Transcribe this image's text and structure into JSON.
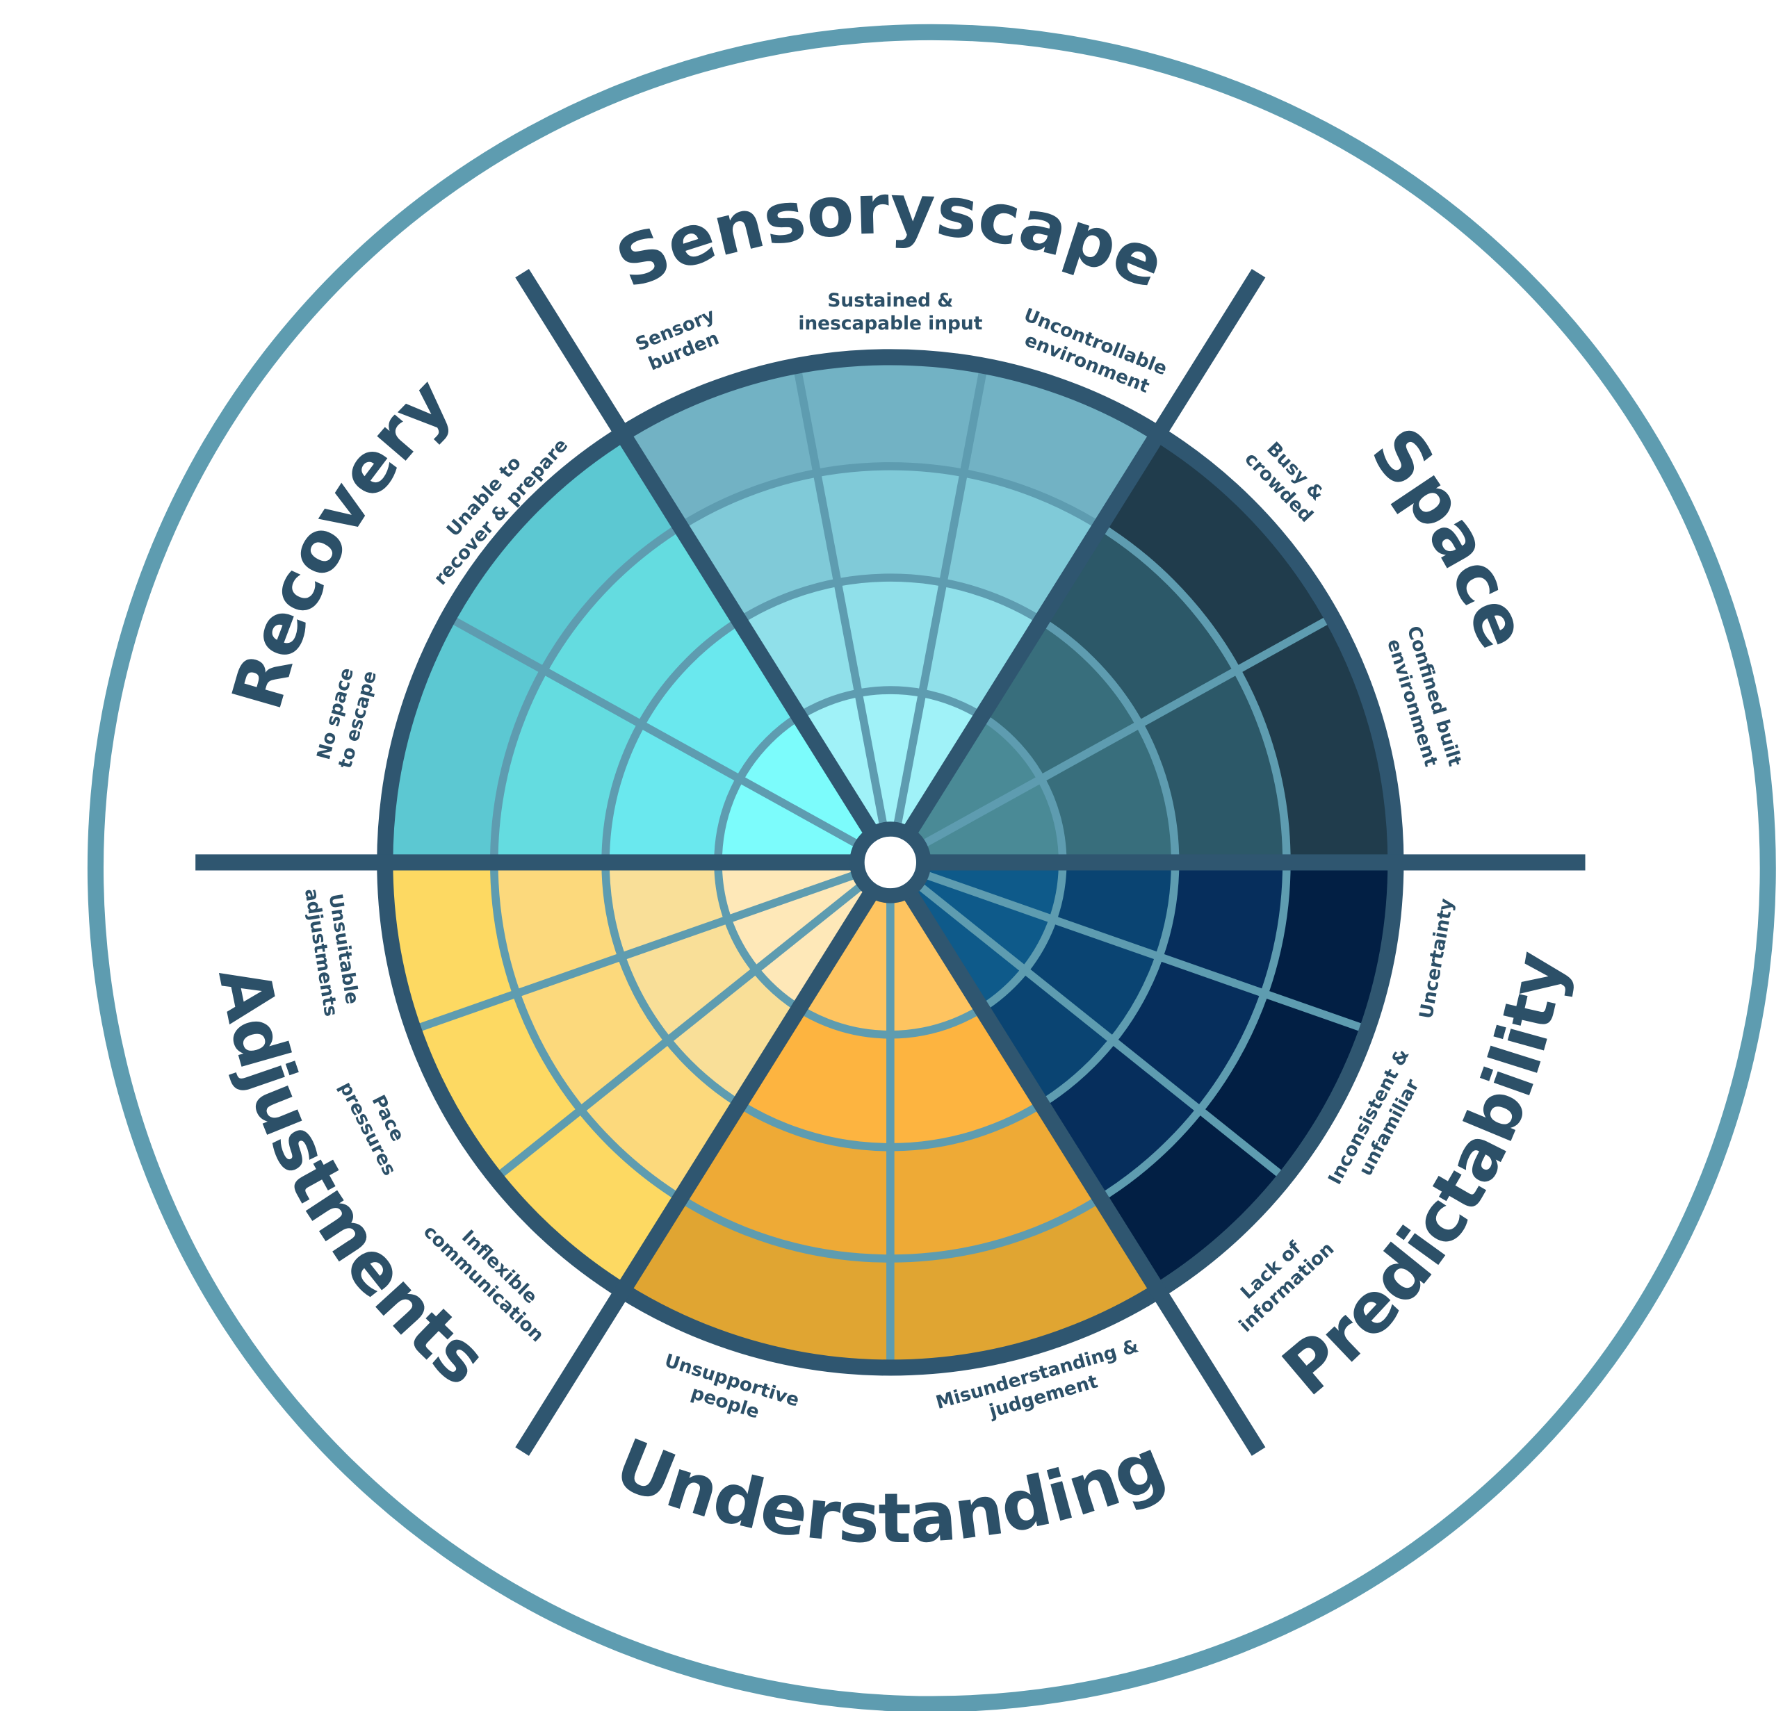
{
  "colors": {
    "outer_ring": "#5e9cb0",
    "divider": "#2f5670",
    "grid": "#5e9cb0",
    "hub": "#ffffff",
    "text": "#2c5068"
  },
  "categories": [
    {
      "name": "Sensoryscape",
      "labels": [
        [
          "Sensory",
          "burden"
        ],
        [
          "Sustained &",
          "inescapable input"
        ],
        [
          "Uncontrollable",
          "environment"
        ]
      ],
      "ring_colors": [
        "#a0f2f8",
        "#90e0ea",
        "#80cad8",
        "#72b2c4"
      ]
    },
    {
      "name": "Space",
      "labels": [
        [
          "Busy &",
          "crowded"
        ],
        [
          "Confined built",
          "environment"
        ]
      ],
      "ring_colors": [
        "#4a8a96",
        "#386e7c",
        "#2c5868",
        "#203c4c"
      ]
    },
    {
      "name": "Predictability",
      "labels": [
        [
          "Uncertainty"
        ],
        [
          "Inconsistent &",
          "unfamiliar"
        ],
        [
          "Lack of",
          "information"
        ]
      ],
      "ring_colors": [
        "#0e5a8a",
        "#0a4472",
        "#062e5c",
        "#021f44"
      ]
    },
    {
      "name": "Understanding",
      "labels": [
        [
          "Misunderstanding &",
          "judgement"
        ],
        [
          "Unsupportive",
          "people"
        ]
      ],
      "ring_colors": [
        "#fec460",
        "#fdb440",
        "#eeaa36",
        "#e0a532"
      ]
    },
    {
      "name": "Adjustments",
      "labels": [
        [
          "Inflexible",
          "communication"
        ],
        [
          "Pace",
          "pressures"
        ],
        [
          "Unsuitable",
          "adjustments"
        ]
      ],
      "ring_colors": [
        "#fee8b8",
        "#f9df98",
        "#fcd97c",
        "#fdd962"
      ]
    },
    {
      "name": "Recovery",
      "labels": [
        [
          "No space",
          "to escape"
        ],
        [
          "Unable to",
          "recover & prepare"
        ]
      ],
      "ring_colors": [
        "#7cfcfc",
        "#6ae8ee",
        "#64dce0",
        "#5cc8d2"
      ]
    }
  ]
}
